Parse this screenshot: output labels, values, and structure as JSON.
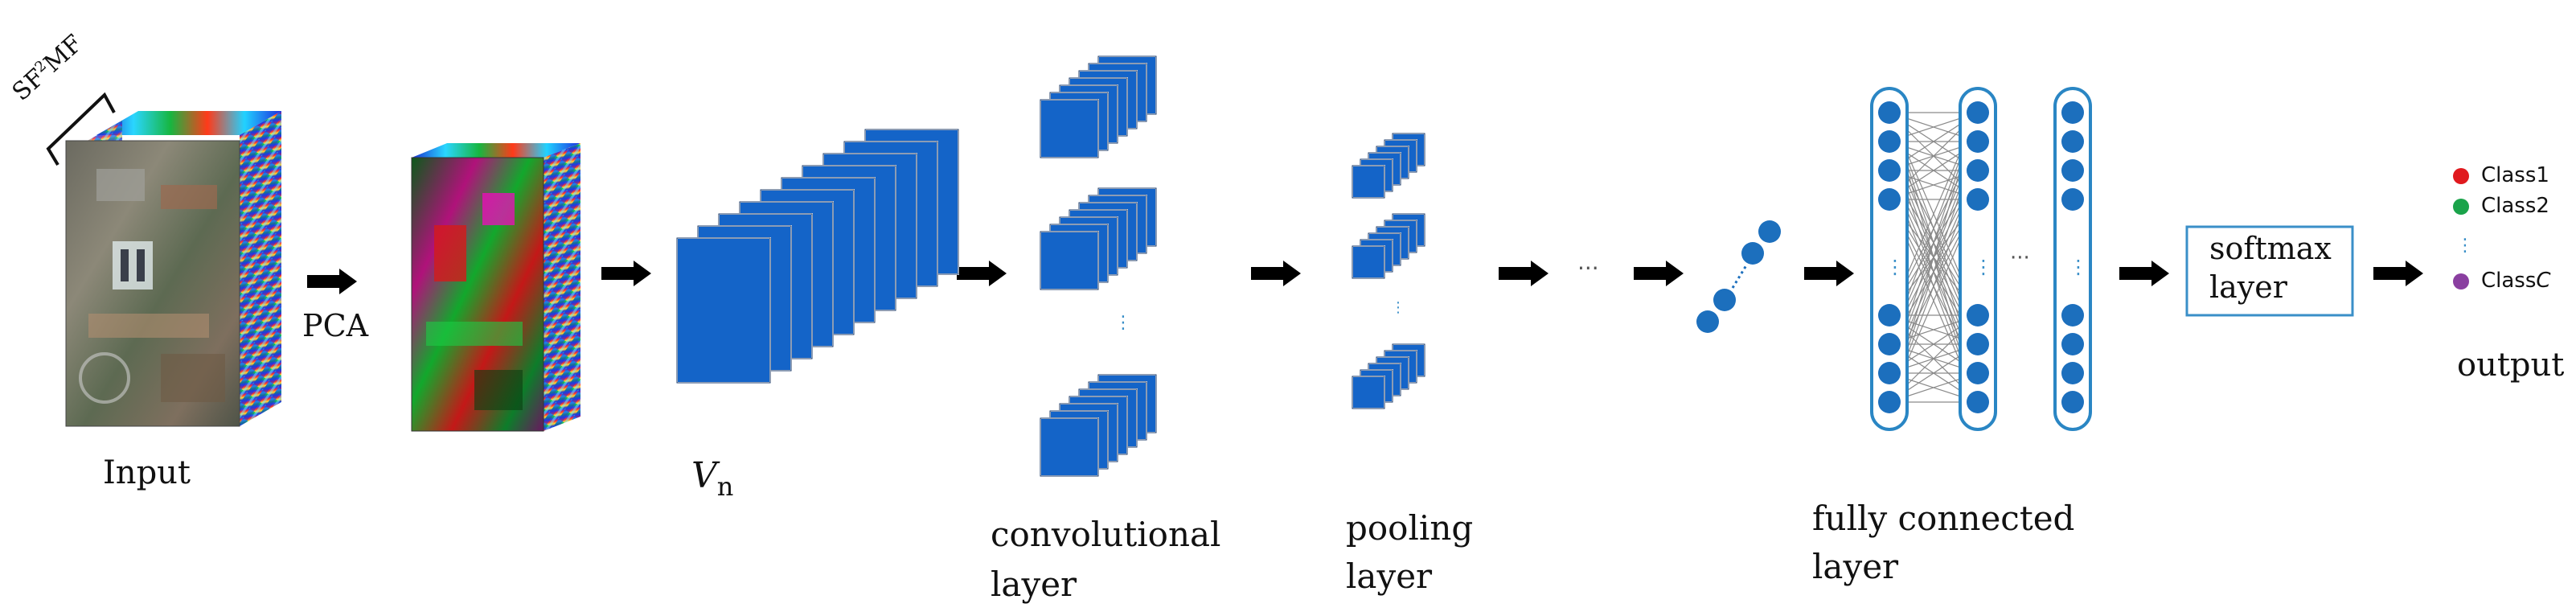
{
  "colors": {
    "block_front": "#1464c8",
    "block_edge": "#0a3c82",
    "node": "#1c6fbd",
    "arrow": "#000000",
    "class1": "#e0191e",
    "class2": "#1aa34a",
    "classC": "#8a3fa0",
    "softmax_border": "#3a8fc8"
  },
  "labels": {
    "sf2mf_base": "SF",
    "sf2mf_sup": "2",
    "sf2mf_tail": "MF",
    "pca": "PCA",
    "input": "Input",
    "vn_main": "V",
    "vn_sub": "n",
    "conv_line1": "convolutional",
    "conv_line2": "layer",
    "pool_line1": "pooling",
    "pool_line2": "layer",
    "fc_line1": "fully connected",
    "fc_line2": "layer",
    "softmax_line1": "softmax",
    "softmax_line2": "layer",
    "output": "output",
    "ellipsis": "···",
    "class1": "Class1",
    "class2": "Class2",
    "classC_prefix": "Class",
    "classC_italic": "C"
  }
}
